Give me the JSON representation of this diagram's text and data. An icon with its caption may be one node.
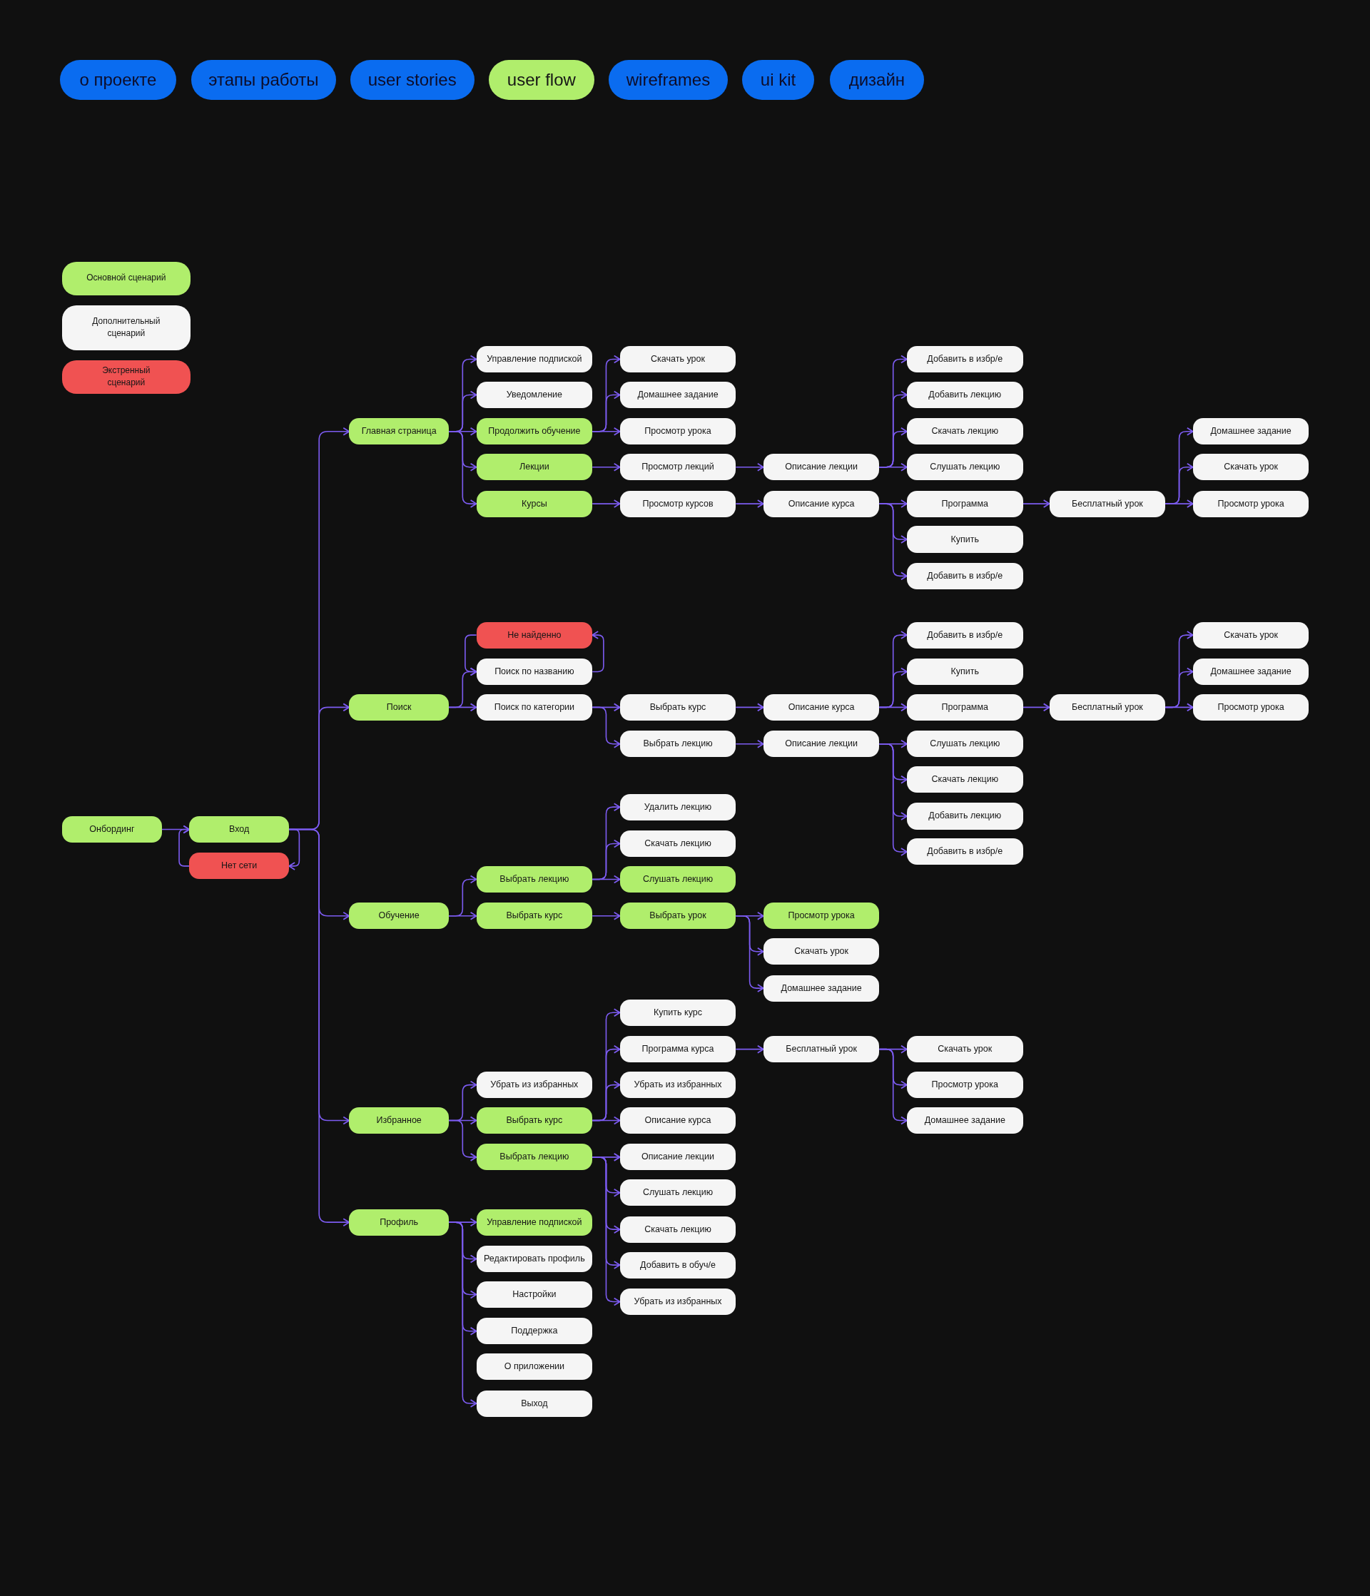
{
  "diagram": {
    "nodes": [
      {
        "text": [
          "о проекте"
        ]
      },
      {
        "text": [
          "этапы работы"
        ]
      },
      {
        "text": [
          "user stories"
        ]
      },
      {
        "text": [
          "user flow"
        ]
      },
      {
        "text": [
          "wireframes"
        ]
      },
      {
        "text": [
          "ui kit"
        ]
      },
      {
        "text": [
          "дизайн"
        ]
      },
      {
        "text": [
          "Онбординг"
        ]
      },
      {
        "text": [
          "Вход"
        ]
      },
      {
        "text": [
          "Нет сети"
        ]
      },
      {
        "text": [
          "Главная страница"
        ]
      },
      {
        "text": [
          "Поиск"
        ]
      },
      {
        "text": [
          "Обучение"
        ]
      },
      {
        "text": [
          "Избранное"
        ]
      },
      {
        "text": [
          "Профиль"
        ]
      },
      {
        "text": [
          "Управление подпиской"
        ]
      },
      {
        "text": [
          "Уведомление"
        ]
      },
      {
        "text": [
          "Продолжить обучение"
        ]
      },
      {
        "text": [
          "Лекции"
        ]
      },
      {
        "text": [
          "Курсы"
        ]
      },
      {
        "text": [
          "Скачать урок"
        ]
      },
      {
        "text": [
          "Домашнее задание"
        ]
      },
      {
        "text": [
          "Просмотр урока"
        ]
      },
      {
        "text": [
          "Просмотр лекций"
        ]
      },
      {
        "text": [
          "Просмотр курсов"
        ]
      },
      {
        "text": [
          "Описание лекции"
        ]
      },
      {
        "text": [
          "Описание курса"
        ]
      },
      {
        "text": [
          "Добавить в избр/е"
        ]
      },
      {
        "text": [
          "Добавить лекцию"
        ]
      },
      {
        "text": [
          "Скачать лекцию"
        ]
      },
      {
        "text": [
          "Слушать лекцию"
        ]
      },
      {
        "text": [
          "Программа"
        ]
      },
      {
        "text": [
          "Купить"
        ]
      },
      {
        "text": [
          "Добавить в избр/е"
        ]
      },
      {
        "text": [
          "Бесплатный урок"
        ]
      },
      {
        "text": [
          "Домашнее задание"
        ]
      },
      {
        "text": [
          "Скачать урок"
        ]
      },
      {
        "text": [
          "Просмотр урока"
        ]
      },
      {
        "text": [
          "Не найденно"
        ]
      },
      {
        "text": [
          "Поиск по названию"
        ]
      },
      {
        "text": [
          "Поиск по категории"
        ]
      },
      {
        "text": [
          "Выбрать курс"
        ]
      },
      {
        "text": [
          "Выбрать лекцию"
        ]
      },
      {
        "text": [
          "Описание курса"
        ]
      },
      {
        "text": [
          "Описание лекции"
        ]
      },
      {
        "text": [
          "Добавить в избр/е"
        ]
      },
      {
        "text": [
          "Купить"
        ]
      },
      {
        "text": [
          "Программа"
        ]
      },
      {
        "text": [
          "Слушать лекцию"
        ]
      },
      {
        "text": [
          "Скачать лекцию"
        ]
      },
      {
        "text": [
          "Добавить лекцию"
        ]
      },
      {
        "text": [
          "Добавить в избр/е"
        ]
      },
      {
        "text": [
          "Бесплатный урок"
        ]
      },
      {
        "text": [
          "Скачать урок"
        ]
      },
      {
        "text": [
          "Домашнее задание"
        ]
      },
      {
        "text": [
          "Просмотр урока"
        ]
      },
      {
        "text": [
          "Выбрать лекцию"
        ]
      },
      {
        "text": [
          "Выбрать курс"
        ]
      },
      {
        "text": [
          "Удалить лекцию"
        ]
      },
      {
        "text": [
          "Скачать лекцию"
        ]
      },
      {
        "text": [
          "Слушать лекцию"
        ]
      },
      {
        "text": [
          "Выбрать урок"
        ]
      },
      {
        "text": [
          "Просмотр урока"
        ]
      },
      {
        "text": [
          "Скачать урок"
        ]
      },
      {
        "text": [
          "Домашнее задание"
        ]
      },
      {
        "text": [
          "Убрать из избранных"
        ]
      },
      {
        "text": [
          "Выбрать курс"
        ]
      },
      {
        "text": [
          "Выбрать лекцию"
        ]
      },
      {
        "text": [
          "Купить курс"
        ]
      },
      {
        "text": [
          "Программа курса"
        ]
      },
      {
        "text": [
          "Убрать из избранных"
        ]
      },
      {
        "text": [
          "Описание курса"
        ]
      },
      {
        "text": [
          "Описание лекции"
        ]
      },
      {
        "text": [
          "Слушать лекцию"
        ]
      },
      {
        "text": [
          "Скачать лекцию"
        ]
      },
      {
        "text": [
          "Добавить в обуч/е"
        ]
      },
      {
        "text": [
          "Убрать из избранных"
        ]
      },
      {
        "text": [
          "Бесплатный урок"
        ]
      },
      {
        "text": [
          "Скачать урок"
        ]
      },
      {
        "text": [
          "Просмотр урока"
        ]
      },
      {
        "text": [
          "Домашнее задание"
        ]
      },
      {
        "text": [
          "Управление подпиской"
        ]
      },
      {
        "text": [
          "Редактировать профиль"
        ]
      },
      {
        "text": [
          "Настройки"
        ]
      },
      {
        "text": [
          "Поддержка"
        ]
      },
      {
        "text": [
          "О приложении"
        ]
      },
      {
        "text": [
          "Выход"
        ]
      }
    ],
    "edges": [
      {
        "from": 7,
        "to": 8,
        "arrow": "to"
      },
      {
        "from": 8,
        "to": 9,
        "arrow": "to"
      },
      {
        "from": 9,
        "to": 8,
        "arrow": "to"
      },
      {
        "from": 8,
        "to": 10,
        "arrow": "to"
      },
      {
        "from": 8,
        "to": 11,
        "arrow": "to"
      },
      {
        "from": 8,
        "to": 12,
        "arrow": "to"
      },
      {
        "from": 8,
        "to": 13,
        "arrow": "to"
      },
      {
        "from": 8,
        "to": 14,
        "arrow": "to"
      },
      {
        "from": 10,
        "to": 15,
        "arrow": "to"
      },
      {
        "from": 10,
        "to": 16,
        "arrow": "to"
      },
      {
        "from": 10,
        "to": 17,
        "arrow": "to"
      },
      {
        "from": 10,
        "to": 18,
        "arrow": "to"
      },
      {
        "from": 10,
        "to": 19,
        "arrow": "to"
      },
      {
        "from": 17,
        "to": 20,
        "arrow": "to"
      },
      {
        "from": 17,
        "to": 21,
        "arrow": "to"
      },
      {
        "from": 17,
        "to": 22,
        "arrow": "to"
      },
      {
        "from": 18,
        "to": 23,
        "arrow": "to"
      },
      {
        "from": 19,
        "to": 24,
        "arrow": "to"
      },
      {
        "from": 23,
        "to": 25,
        "arrow": "to"
      },
      {
        "from": 24,
        "to": 26,
        "arrow": "to"
      },
      {
        "from": 25,
        "to": 27,
        "arrow": "to"
      },
      {
        "from": 25,
        "to": 28,
        "arrow": "to"
      },
      {
        "from": 25,
        "to": 29,
        "arrow": "to"
      },
      {
        "from": 25,
        "to": 30,
        "arrow": "to"
      },
      {
        "from": 26,
        "to": 31,
        "arrow": "to"
      },
      {
        "from": 26,
        "to": 32,
        "arrow": "to"
      },
      {
        "from": 26,
        "to": 33,
        "arrow": "to"
      },
      {
        "from": 31,
        "to": 34,
        "arrow": "to"
      },
      {
        "from": 34,
        "to": 35,
        "arrow": "to"
      },
      {
        "from": 34,
        "to": 36,
        "arrow": "to"
      },
      {
        "from": 34,
        "to": 37,
        "arrow": "to"
      },
      {
        "from": 11,
        "to": 39,
        "arrow": "to"
      },
      {
        "from": 11,
        "to": 40,
        "arrow": "to"
      },
      {
        "from": 39,
        "to": 38,
        "arrow": "to"
      },
      {
        "from": 38,
        "to": 39,
        "arrow": "to"
      },
      {
        "from": 40,
        "to": 41,
        "arrow": "to"
      },
      {
        "from": 40,
        "to": 42,
        "arrow": "to"
      },
      {
        "from": 41,
        "to": 43,
        "arrow": "to"
      },
      {
        "from": 42,
        "to": 44,
        "arrow": "to"
      },
      {
        "from": 43,
        "to": 45,
        "arrow": "to"
      },
      {
        "from": 43,
        "to": 46,
        "arrow": "to"
      },
      {
        "from": 43,
        "to": 47,
        "arrow": "to"
      },
      {
        "from": 47,
        "to": 52,
        "arrow": "to"
      },
      {
        "from": 52,
        "to": 53,
        "arrow": "to"
      },
      {
        "from": 52,
        "to": 54,
        "arrow": "to"
      },
      {
        "from": 52,
        "to": 55,
        "arrow": "to"
      },
      {
        "from": 44,
        "to": 48,
        "arrow": "to"
      },
      {
        "from": 44,
        "to": 49,
        "arrow": "to"
      },
      {
        "from": 44,
        "to": 50,
        "arrow": "to"
      },
      {
        "from": 44,
        "to": 51,
        "arrow": "to"
      },
      {
        "from": 12,
        "to": 56,
        "arrow": "to"
      },
      {
        "from": 12,
        "to": 57,
        "arrow": "to"
      },
      {
        "from": 56,
        "to": 58,
        "arrow": "to"
      },
      {
        "from": 56,
        "to": 59,
        "arrow": "to"
      },
      {
        "from": 56,
        "to": 60,
        "arrow": "to"
      },
      {
        "from": 57,
        "to": 61,
        "arrow": "to"
      },
      {
        "from": 61,
        "to": 62,
        "arrow": "to"
      },
      {
        "from": 61,
        "to": 63,
        "arrow": "to"
      },
      {
        "from": 61,
        "to": 64,
        "arrow": "to"
      },
      {
        "from": 13,
        "to": 65,
        "arrow": "to"
      },
      {
        "from": 13,
        "to": 66,
        "arrow": "to"
      },
      {
        "from": 13,
        "to": 67,
        "arrow": "to"
      },
      {
        "from": 66,
        "to": 68,
        "arrow": "to"
      },
      {
        "from": 66,
        "to": 69,
        "arrow": "to"
      },
      {
        "from": 66,
        "to": 70,
        "arrow": "to"
      },
      {
        "from": 66,
        "to": 71,
        "arrow": "to"
      },
      {
        "from": 69,
        "to": 77,
        "arrow": "to"
      },
      {
        "from": 77,
        "to": 78,
        "arrow": "to"
      },
      {
        "from": 77,
        "to": 79,
        "arrow": "to"
      },
      {
        "from": 77,
        "to": 80,
        "arrow": "to"
      },
      {
        "from": 67,
        "to": 72,
        "arrow": "to"
      },
      {
        "from": 67,
        "to": 73,
        "arrow": "to"
      },
      {
        "from": 67,
        "to": 74,
        "arrow": "to"
      },
      {
        "from": 67,
        "to": 75,
        "arrow": "to"
      },
      {
        "from": 67,
        "to": 76,
        "arrow": "to"
      },
      {
        "from": 14,
        "to": 81,
        "arrow": "to"
      },
      {
        "from": 14,
        "to": 82,
        "arrow": "to"
      },
      {
        "from": 14,
        "to": 83,
        "arrow": "to"
      },
      {
        "from": 14,
        "to": 84,
        "arrow": "to"
      },
      {
        "from": 14,
        "to": 86,
        "arrow": "to"
      }
    ],
    "legend": [
      {
        "text": "Основной сценарий",
        "color": "#b0ee6c"
      },
      {
        "text": "Дополнительный сценарий",
        "color": "#f5f5f5"
      },
      {
        "text": "Экстренный сценарий",
        "color": "#f05252"
      }
    ]
  }
}
